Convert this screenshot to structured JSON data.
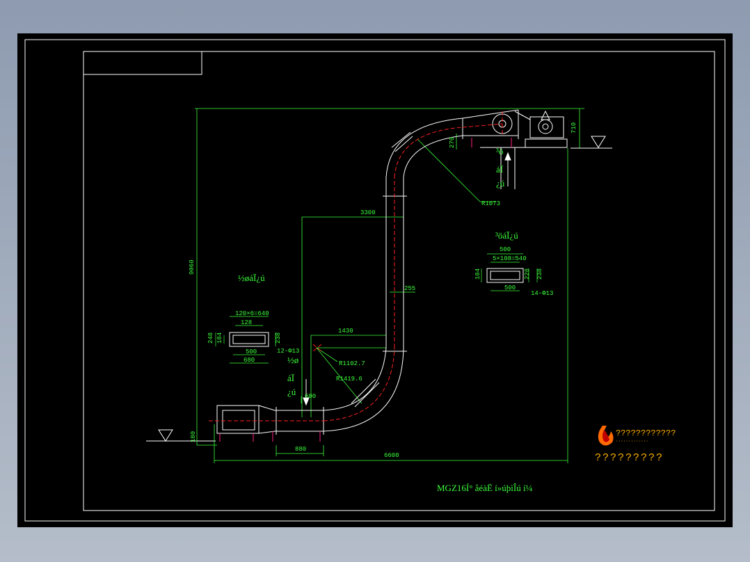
{
  "drawing": {
    "title_text": "MGZ16Í° åéàË í»úþìÎú í¼",
    "labels": {
      "left_group": "½øáÏ¿ú",
      "right_group": "³öáÏ¿ú",
      "inlet_mark_1": "áÏ",
      "inlet_mark_2": "¿ú",
      "outlet_mark_1": "³ö",
      "outlet_mark_2": "áÏ",
      "outlet_mark_3": "¿ú",
      "inlet_note": "½ø"
    },
    "dims": {
      "total_height": "9060",
      "width_3300": "3300",
      "width_1430": "1430",
      "offset_255": "255",
      "radius_top": "R1073",
      "radius_inner": "R1102.7",
      "radius_outer": "R1419.6",
      "total_width": "6600",
      "inlet_len": "880",
      "inlet_600": "600",
      "top_710": "710",
      "top_270": "270",
      "base_180": "180",
      "left_flange_top": "120×6=640",
      "left_flange_128": "128",
      "left_flange_500": "500",
      "left_flange_680": "680",
      "left_flange_h1": "248",
      "left_flange_h2": "184",
      "left_flange_h3": "238",
      "left_flange_holes": "12-Φ13",
      "right_flange_top": "500",
      "right_flange_sub": "5×108=540",
      "right_flange_500": "500",
      "right_flange_h1": "184",
      "right_flange_h2": "228",
      "right_flange_h3": "238",
      "right_flange_holes": "14-Φ13"
    },
    "logo": {
      "line1": "????????????",
      "line2": "?????????",
      "dots": "·············"
    }
  },
  "colors": {
    "background": "#000000",
    "frame": "#ffffff",
    "dimension": "#3cff3c",
    "path_center": "#ff2080",
    "logo": "#ffb000"
  }
}
